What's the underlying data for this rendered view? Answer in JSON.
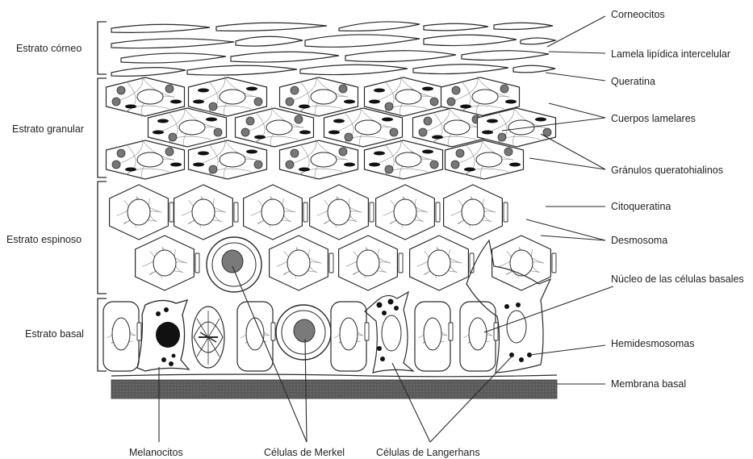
{
  "strata": {
    "corneo": "Estrato córneo",
    "granular": "Estrato granular",
    "espinoso": "Estrato espinoso",
    "basal": "Estrato basal"
  },
  "right_labels": {
    "corneocitos": "Corneocitos",
    "lamela": "Lamela lipídica intercelular",
    "queratina": "Queratina",
    "cuerpos": "Cuerpos lamelares",
    "granulos": "Gránulos queratohialinos",
    "citoqueratina": "Citoqueratina",
    "desmosoma": "Desmosoma",
    "nucleo": "Núcleo de las células basales",
    "hemidesmosomas": "Hemidesmosomas",
    "membrana": "Membrana basal"
  },
  "bottom_labels": {
    "melanocitos": "Melanocitos",
    "merkel": "Células de Merkel",
    "langerhans": "Células de Langerhans"
  },
  "colors": {
    "ink": "#2a2a2a",
    "membrane": "#555555",
    "langerhans_fill": "#c8c8c8",
    "merkel_nucleus": "#7a7a7a",
    "granule": "#777777"
  }
}
